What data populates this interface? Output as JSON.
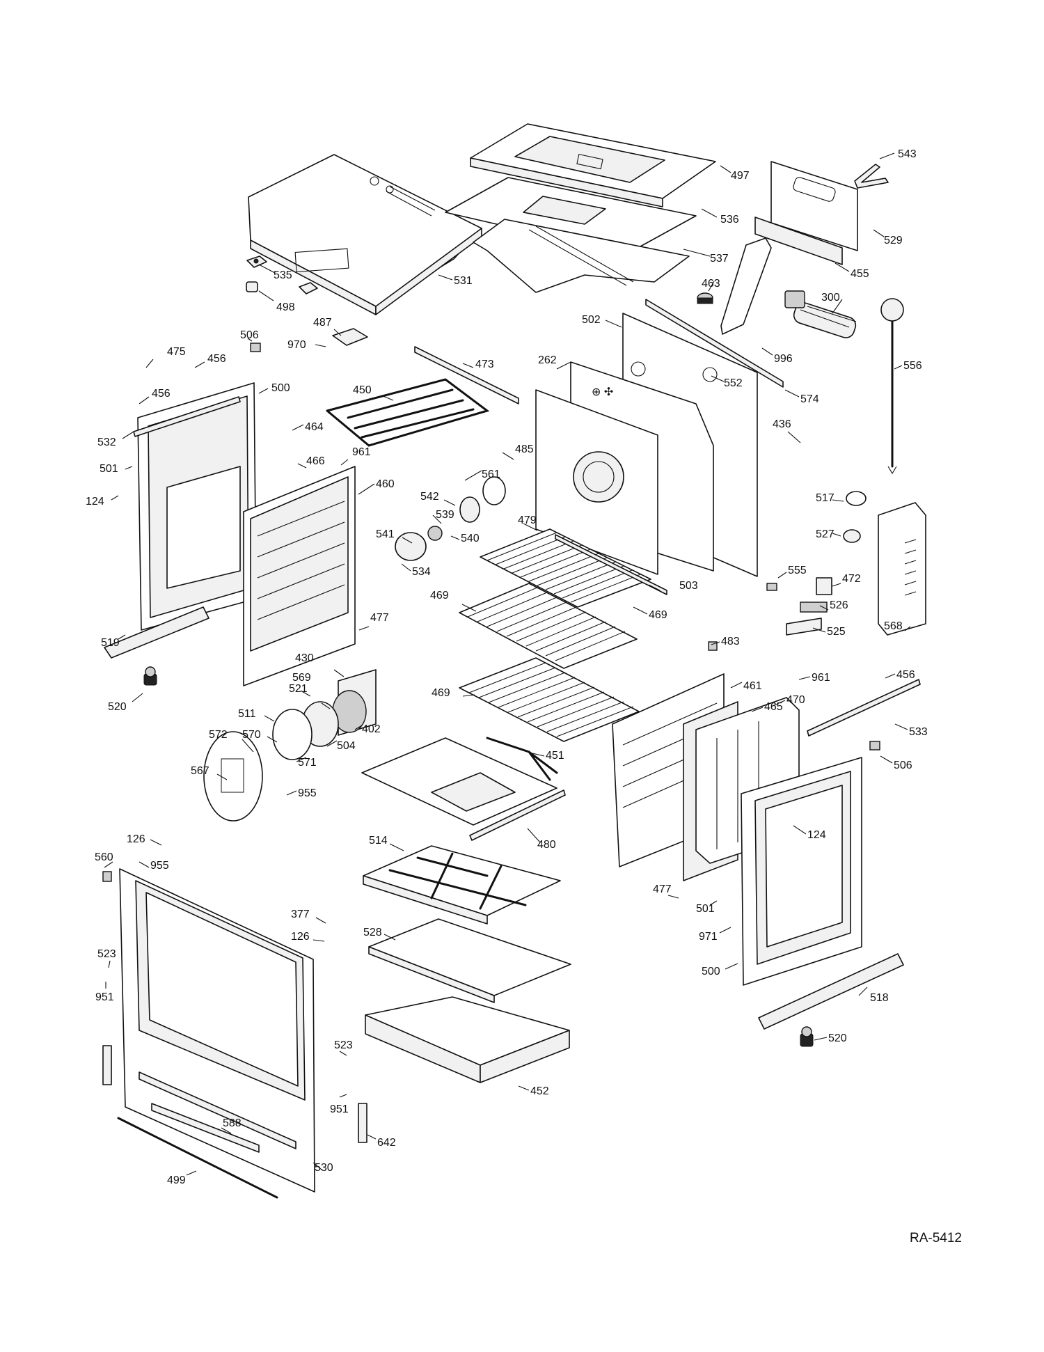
{
  "drawing_id": "RA-5412",
  "part_labels": [
    "543",
    "497",
    "536",
    "529",
    "537",
    "455",
    "531",
    "535",
    "498",
    "463",
    "300",
    "502",
    "487",
    "970",
    "506",
    "475",
    "456",
    "456",
    "500",
    "532",
    "501",
    "124",
    "464",
    "466",
    "473",
    "450",
    "262",
    "552",
    "996",
    "574",
    "556",
    "436",
    "961",
    "485",
    "460",
    "561",
    "542",
    "539",
    "541",
    "540",
    "534",
    "479",
    "517",
    "527",
    "555",
    "472",
    "503",
    "469",
    "469",
    "526",
    "525",
    "568",
    "477",
    "483",
    "519",
    "520",
    "430",
    "521",
    "569",
    "511",
    "570",
    "402",
    "504",
    "571",
    "572",
    "567",
    "955",
    "461",
    "465",
    "961",
    "470",
    "456",
    "533",
    "506",
    "451",
    "469",
    "124",
    "480",
    "126",
    "560",
    "955",
    "514",
    "377",
    "126",
    "477",
    "501",
    "528",
    "523",
    "951",
    "971",
    "500",
    "518",
    "520",
    "452",
    "523",
    "951",
    "642",
    "588",
    "530",
    "499"
  ]
}
